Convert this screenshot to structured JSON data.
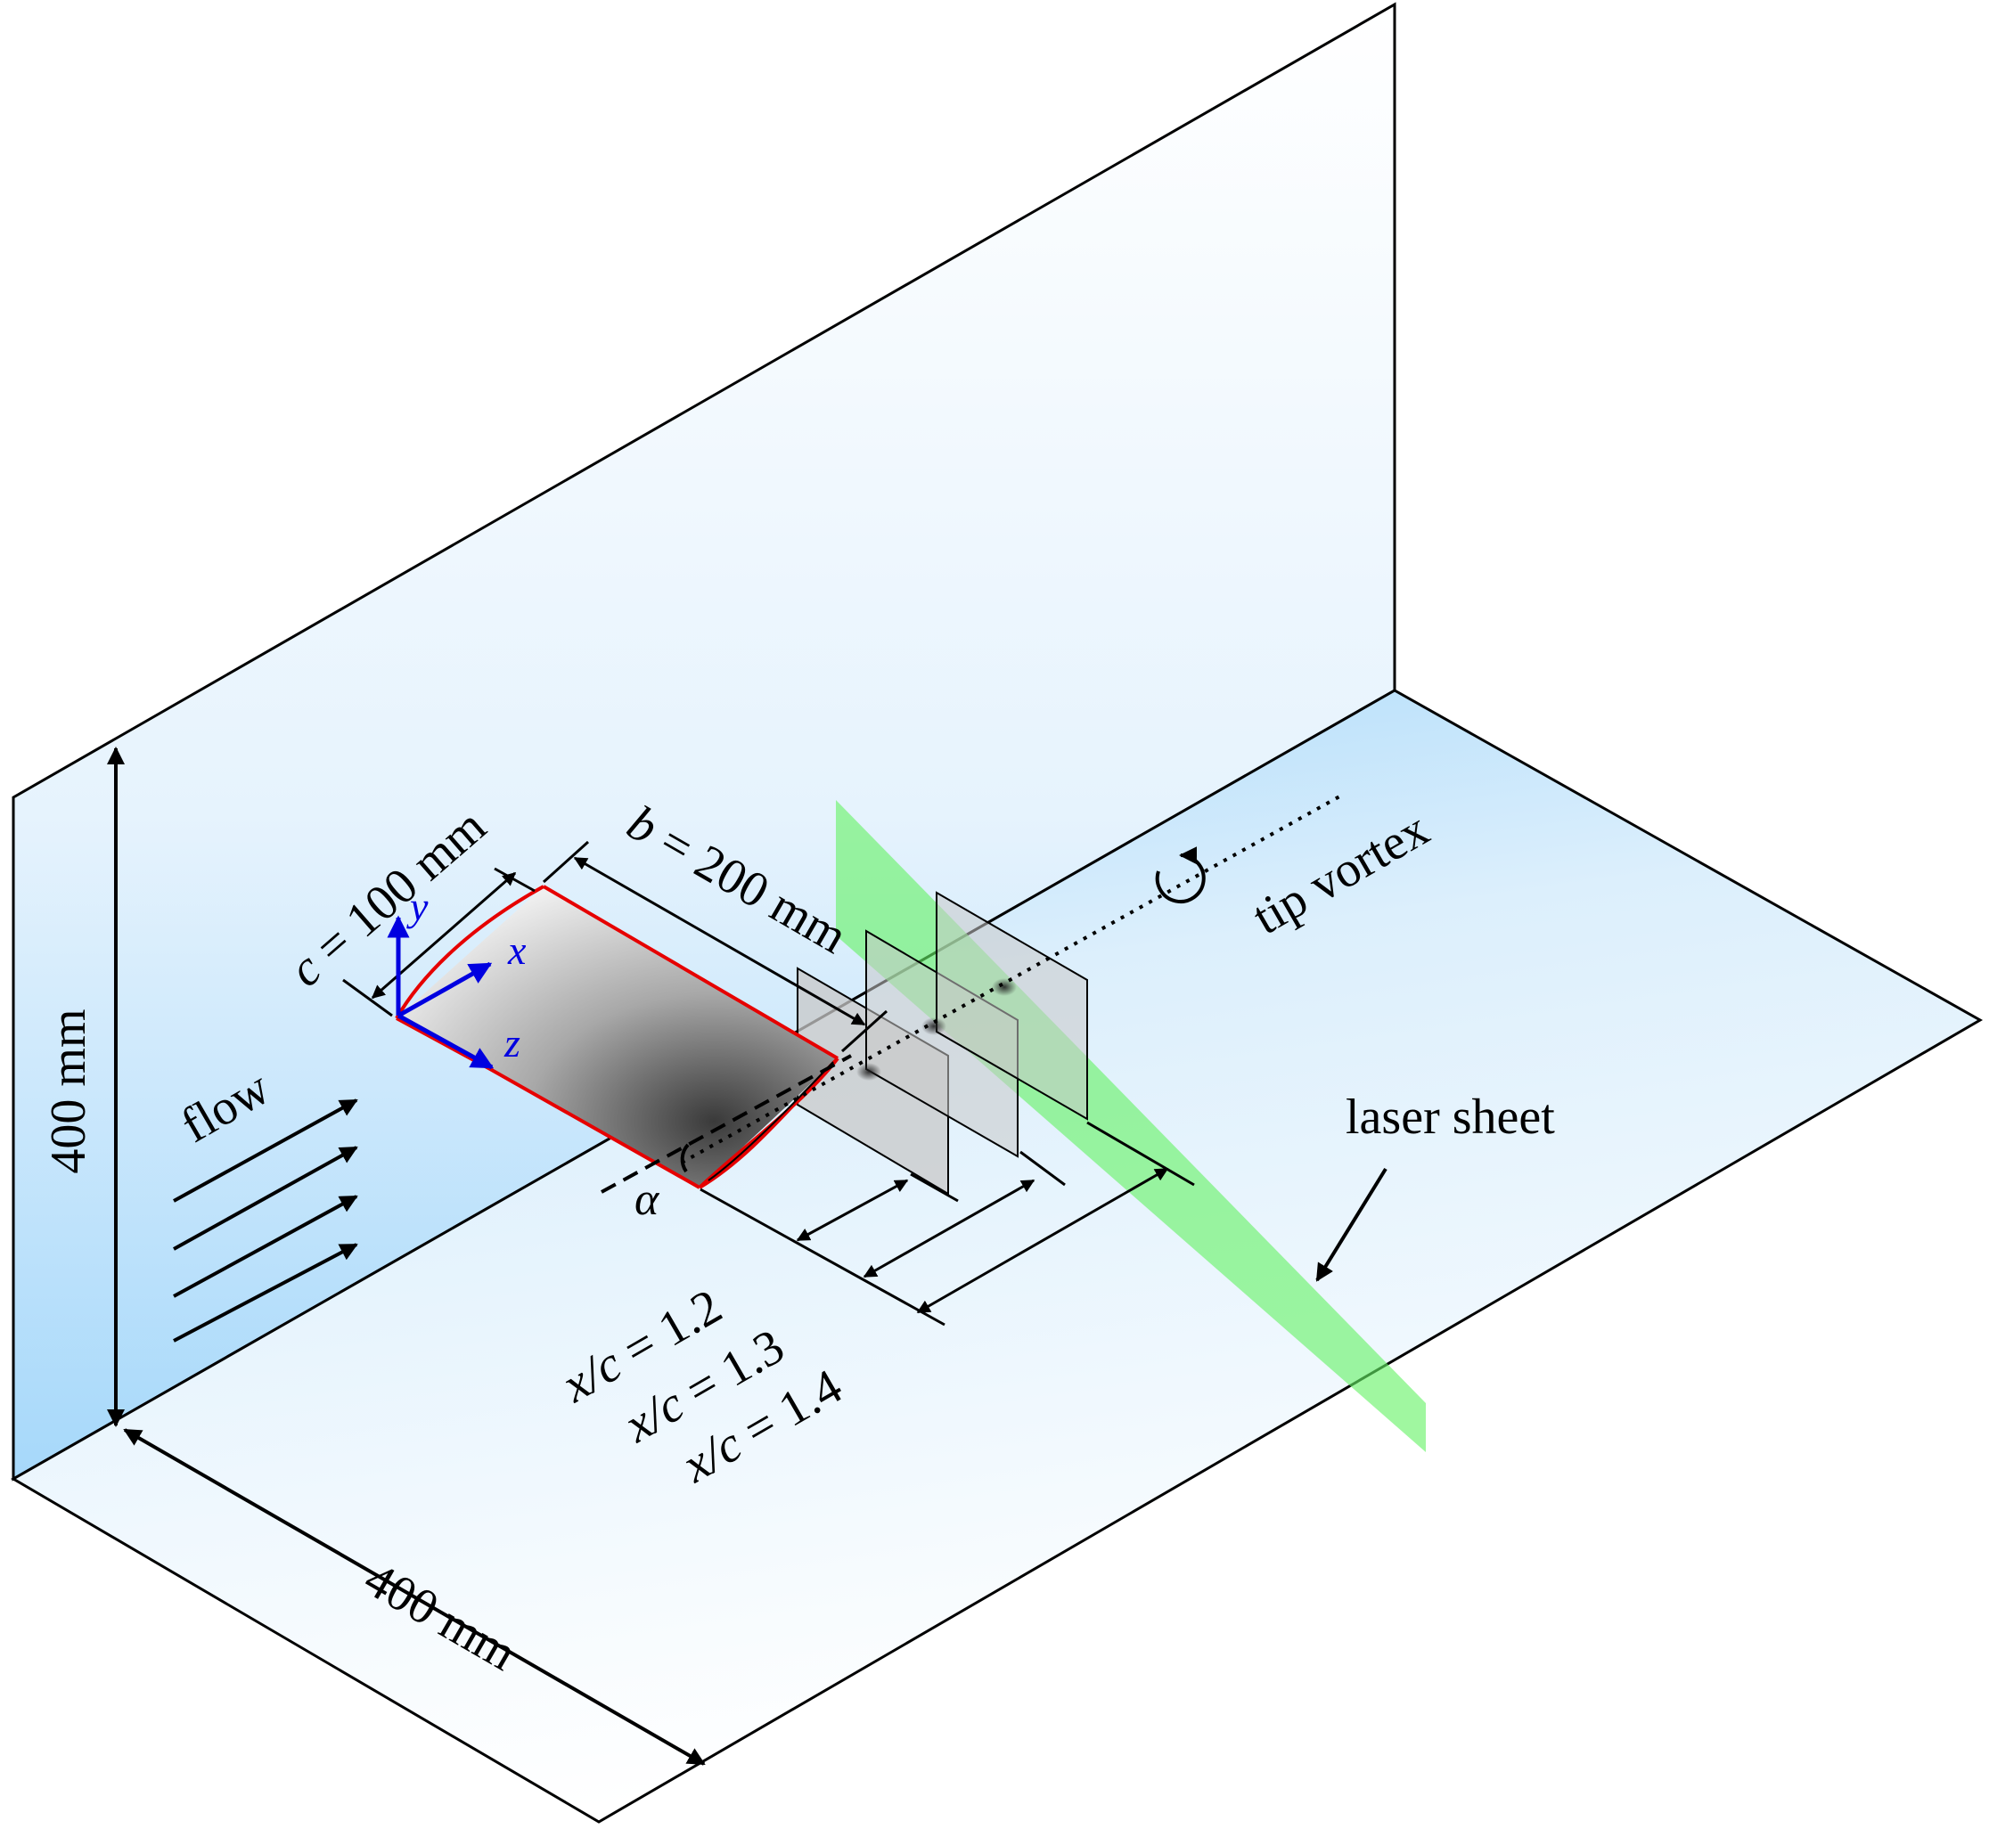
{
  "labels": {
    "height_dim": "400 mm",
    "width_dim": "400 mm",
    "flow": "flow",
    "chord_var": "c",
    "chord_value": " = 100 mm",
    "span_var": "b",
    "span_value": " = 200 mm",
    "tip_vortex": "tip vortex",
    "laser_sheet": "laser sheet",
    "alpha": "α",
    "axis_x": "x",
    "axis_y": "y",
    "axis_z": "z",
    "xc_var": "x/c",
    "stations": [
      {
        "value": " = 1.2"
      },
      {
        "value": " = 1.3"
      },
      {
        "value": " = 1.4"
      }
    ]
  },
  "colors": {
    "wing_outline": "#e60000",
    "axes": "#0000e0",
    "laser": "#66f266",
    "wall_tint": "#a6d8fa",
    "plane": "#c8c8c8",
    "line": "#000000"
  }
}
